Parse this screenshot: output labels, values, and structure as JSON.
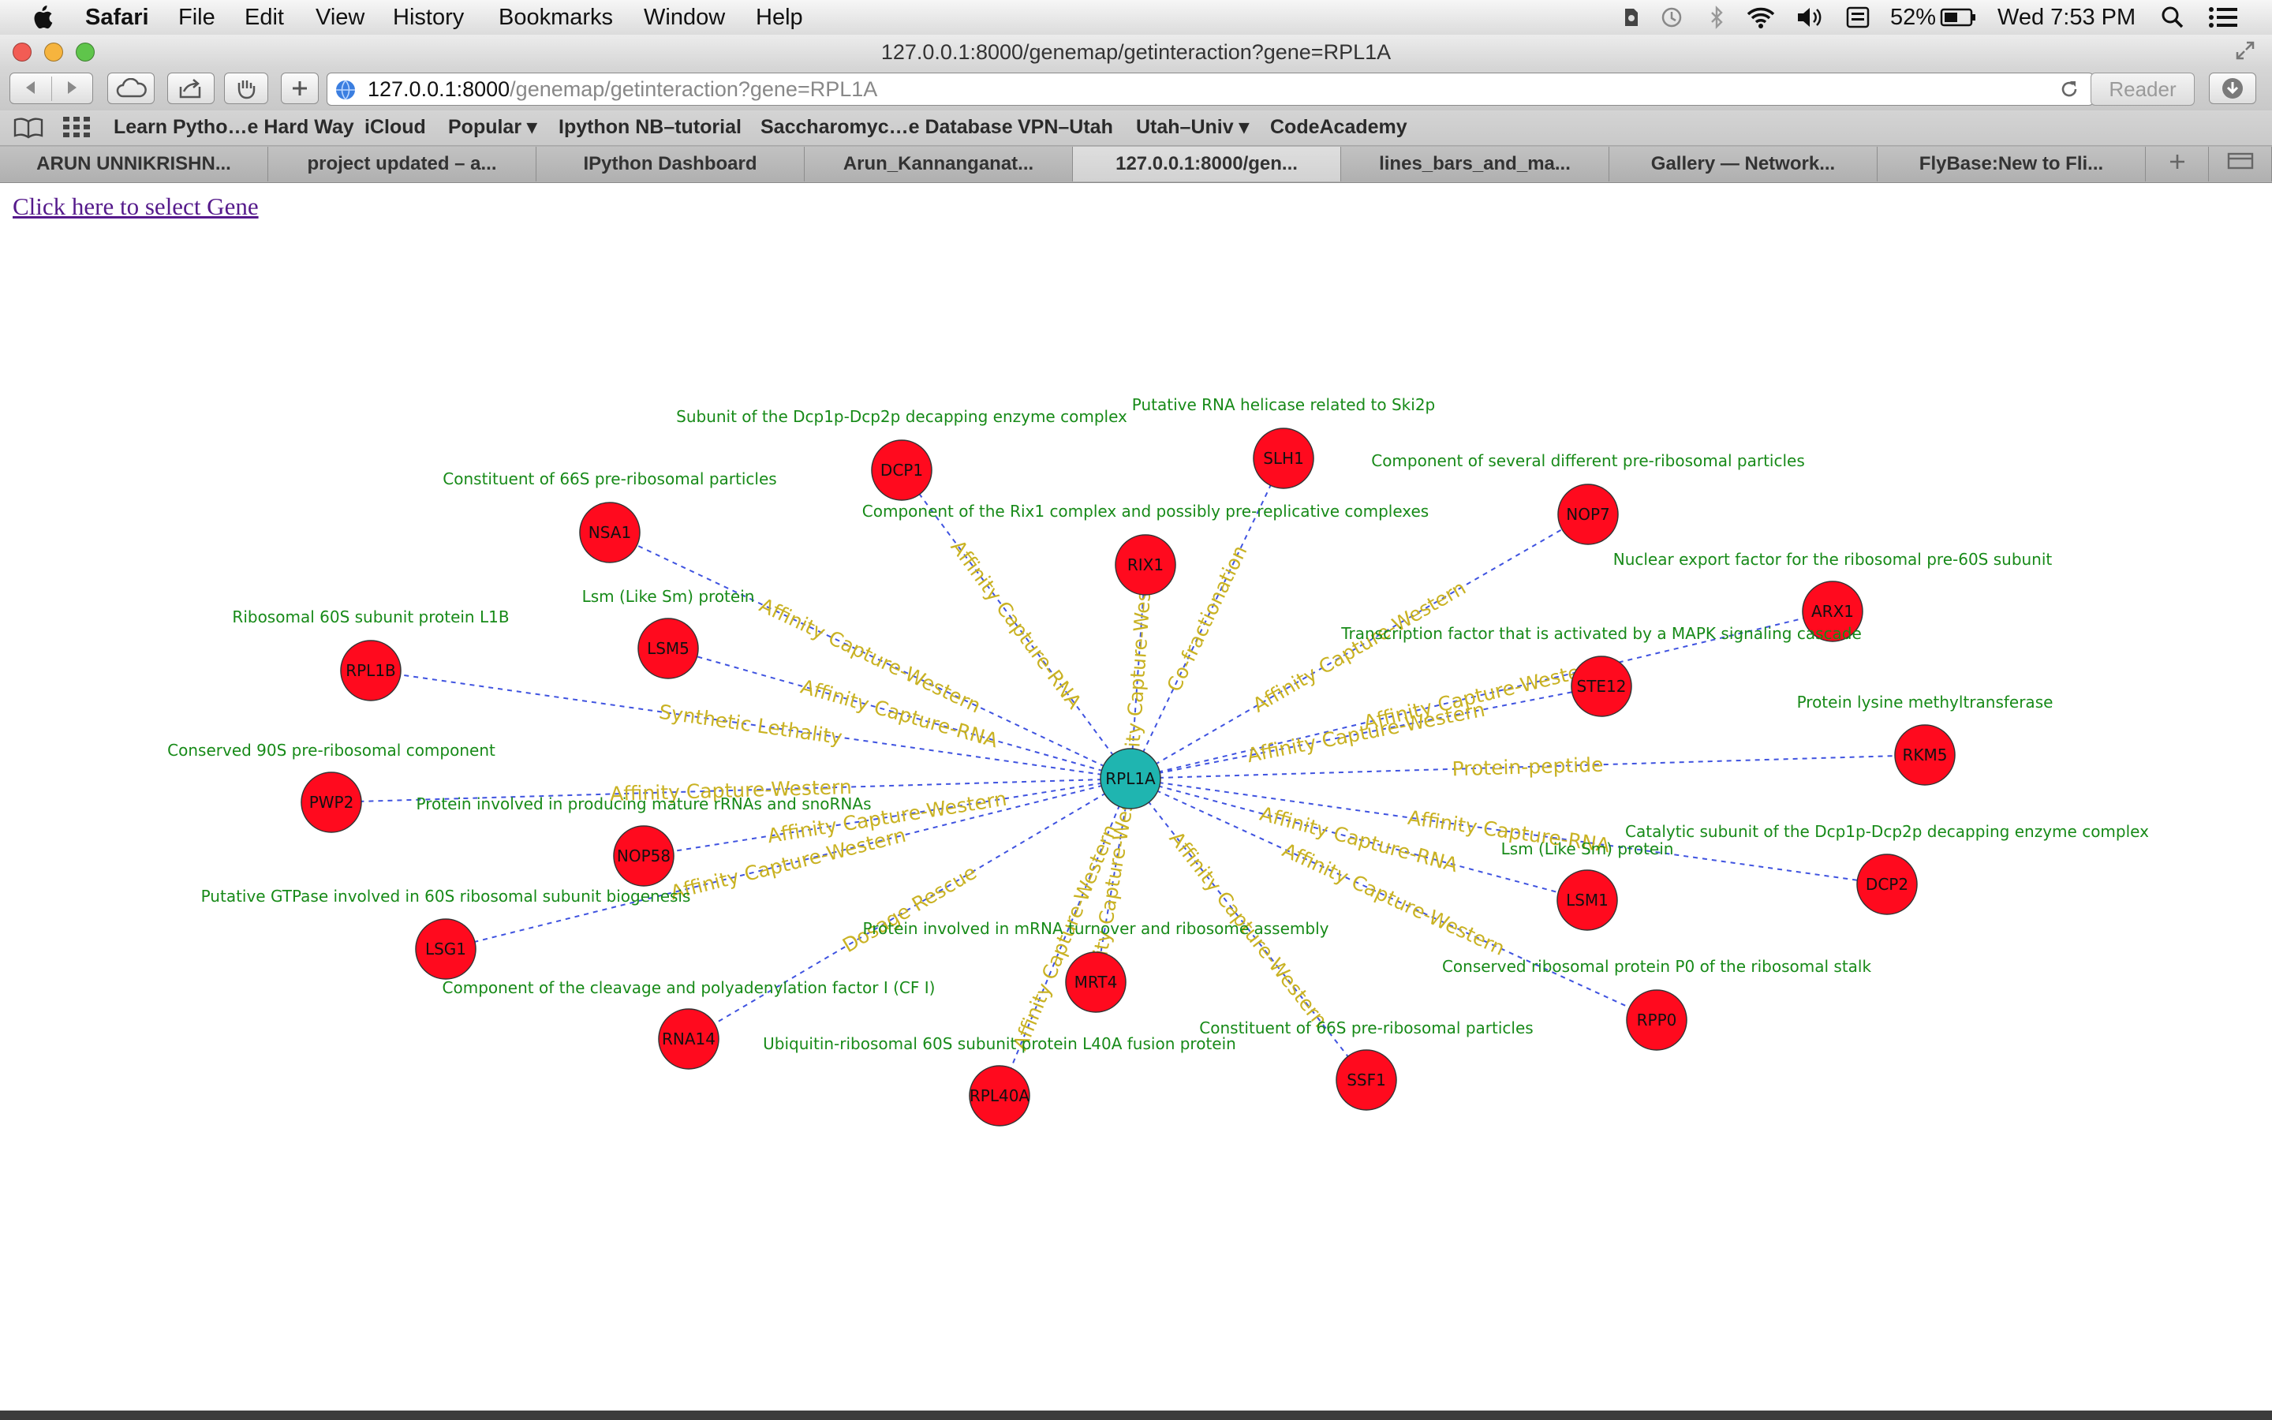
{
  "menubar": {
    "apple": "",
    "app": "Safari",
    "items": [
      "File",
      "Edit",
      "View",
      "History",
      "Bookmarks",
      "Window",
      "Help"
    ],
    "battery": "52%",
    "clock": "Wed 7:53 PM"
  },
  "window": {
    "title": "127.0.0.1:8000/genemap/getinteraction?gene=RPL1A"
  },
  "address": {
    "host": "127.0.0.1:8000",
    "path": "/genemap/getinteraction?gene=RPL1A",
    "reader": "Reader"
  },
  "bookmarks": [
    "Learn Pytho…e Hard Way",
    "iCloud",
    "Popular ▾",
    "Ipython NB–tutorial",
    "Saccharomyc…e Database",
    "VPN–Utah",
    "Utah–Univ ▾",
    "CodeAcademy"
  ],
  "tabs": [
    "ARUN UNNIKRISHN...",
    "project updated – a...",
    "IPython Dashboard",
    "Arun_Kannanganat...",
    "127.0.0.1:8000/gen...",
    "lines_bars_and_ma...",
    "Gallery — Network...",
    "FlyBase:New to Fli..."
  ],
  "page": {
    "link": "Click here to select Gene"
  },
  "network": {
    "center": "RPL1A",
    "center_color": "#1fb5b0",
    "node_color": "#ff0a1e",
    "edge_color": "#3f53e0",
    "edge_label_color": "#c9b223",
    "description_color": "#178a18",
    "neighbors": [
      {
        "id": "DCP1",
        "interaction": "Affinity Capture-RNA",
        "description": "Subunit of the Dcp1p-Dcp2p decapping enzyme complex"
      },
      {
        "id": "SLH1",
        "interaction": "Co-fractionation",
        "description": "Putative RNA helicase related to Ski2p"
      },
      {
        "id": "NSA1",
        "interaction": "Affinity Capture-Western",
        "description": "Constituent of 66S pre-ribosomal particles"
      },
      {
        "id": "RIX1",
        "interaction": "Affinity Capture-Western",
        "description": "Component of the Rix1 complex and possibly pre-replicative complexes"
      },
      {
        "id": "NOP7",
        "interaction": "Affinity Capture-Western",
        "description": "Component of several different pre-ribosomal particles"
      },
      {
        "id": "LSM5",
        "interaction": "Affinity Capture-RNA",
        "description": "Lsm (Like Sm) protein"
      },
      {
        "id": "RPL1B",
        "interaction": "Synthetic Lethality",
        "description": "Ribosomal 60S subunit protein L1B"
      },
      {
        "id": "ARX1",
        "interaction": "Affinity Capture-Western",
        "description": "Nuclear export factor for the ribosomal pre-60S subunit"
      },
      {
        "id": "STE12",
        "interaction": "Affinity Capture-Western",
        "description": "Transcription factor that is activated by a MAPK signaling cascade"
      },
      {
        "id": "PWP2",
        "interaction": "Affinity Capture-Western",
        "description": "Conserved 90S pre-ribosomal component"
      },
      {
        "id": "RKM5",
        "interaction": "Protein-peptide",
        "description": "Protein lysine methyltransferase"
      },
      {
        "id": "NOP58",
        "interaction": "Affinity Capture-Western",
        "description": "Protein involved in producing mature rRNAs and snoRNAs"
      },
      {
        "id": "LSG1",
        "interaction": "Affinity Capture-Western",
        "description": "Putative GTPase involved in 60S ribosomal subunit biogenesis"
      },
      {
        "id": "DCP2",
        "interaction": "Affinity Capture-RNA",
        "description": "Catalytic subunit of the Dcp1p-Dcp2p decapping enzyme complex"
      },
      {
        "id": "LSM1",
        "interaction": "Affinity Capture-RNA",
        "description": "Lsm (Like Sm) protein"
      },
      {
        "id": "RPP0",
        "interaction": "Affinity Capture-Western",
        "description": "Conserved ribosomal protein P0 of the ribosomal stalk"
      },
      {
        "id": "RNA14",
        "interaction": "Dosage Rescue",
        "description": "Component of the cleavage and polyadenylation factor I (CF I)"
      },
      {
        "id": "MRT4",
        "interaction": "Affinity Capture-Western",
        "description": "Protein involved in mRNA turnover and ribosome assembly"
      },
      {
        "id": "RPL40A",
        "interaction": "Affinity Capture-Western",
        "description": "Ubiquitin-ribosomal 60S subunit protein L40A fusion protein"
      },
      {
        "id": "SSF1",
        "interaction": "Affinity Capture-Western",
        "description": "Constituent of 66S pre-ribosomal particles"
      }
    ]
  }
}
